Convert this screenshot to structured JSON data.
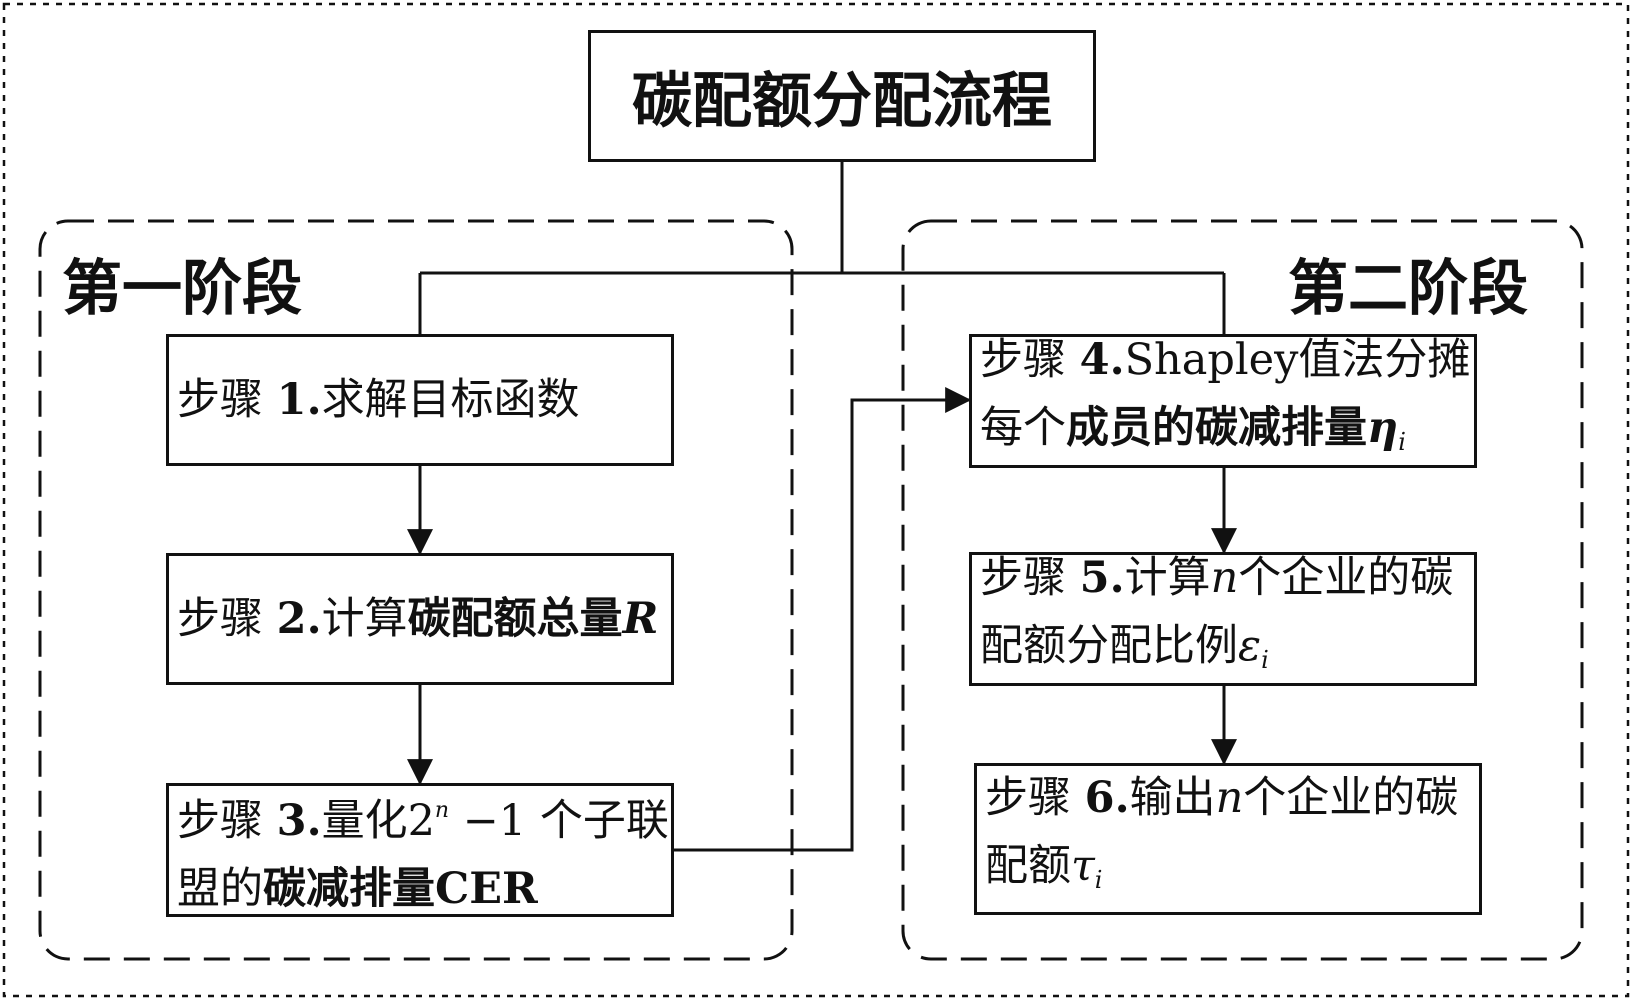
{
  "title": "碳配额分配流程",
  "stages": [
    {
      "label": "第一阶段"
    },
    {
      "label": "第二阶段"
    }
  ],
  "steps": [
    {
      "prefix": "步骤 ",
      "num": "1.",
      "text": "求解目标函数"
    },
    {
      "prefix": "步骤 ",
      "num": "2.",
      "text_a": "计算",
      "text_b": "碳配额总量",
      "var": "R"
    },
    {
      "prefix": "步骤 ",
      "num": "3.",
      "text_a": "量化",
      "base": "2",
      "exp": "n",
      "text_b": " −1 个子联",
      "line2_a": "盟的",
      "line2_b": "碳减排量CER"
    },
    {
      "prefix": "步骤 ",
      "num": "4.",
      "text_a": "Shapley值法分摊",
      "line2_a": "每个",
      "line2_b": "成员的碳减排量",
      "var": "η",
      "sub": "i"
    },
    {
      "prefix": "步骤 ",
      "num": "5.",
      "text_a": "计算",
      "var_n": "n",
      "text_b": "个企业的碳",
      "line2_a": "配额分配比例",
      "var": "ε",
      "sub": "i"
    },
    {
      "prefix": "步骤 ",
      "num": "6.",
      "text_a": "输出",
      "var_n": "n",
      "text_b": "个企业的碳",
      "line2_a": "配额",
      "var": "τ",
      "sub": "i"
    }
  ]
}
